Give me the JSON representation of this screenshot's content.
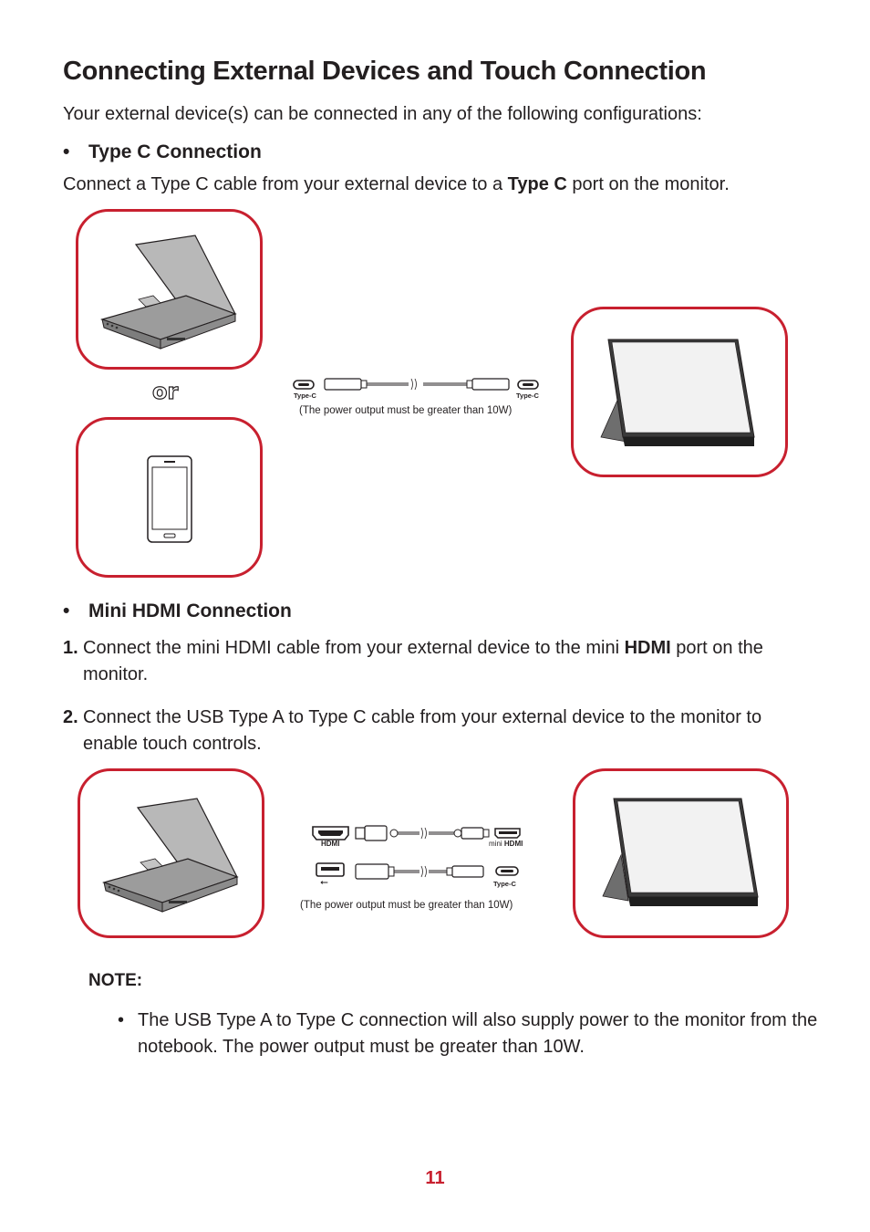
{
  "title": "Connecting External Devices and Touch Connection",
  "intro": "Your external device(s) can be connected in any of the following configurations:",
  "section1": {
    "bullet": "•",
    "heading": "Type C Connection",
    "text_before": "Connect a Type C cable from your external device to a ",
    "text_bold": "Type C",
    "text_after": " port on the monitor.",
    "or_label": "or",
    "port_left": "Type-C",
    "port_right": "Type-C",
    "caption": "(The power output must be greater than 10W)"
  },
  "section2": {
    "bullet": "•",
    "heading": "Mini HDMI Connection",
    "steps": [
      {
        "num": "1.",
        "text_before": "Connect the mini HDMI cable from your external device to the mini ",
        "text_bold": "HDMI",
        "text_after": " port on the monitor."
      },
      {
        "num": "2.",
        "text_before": "Connect the USB Type A to Type C cable from your external device to the monitor to enable touch controls.",
        "text_bold": "",
        "text_after": ""
      }
    ],
    "port_hdmi": "HDMI",
    "port_mini_prefix": "mini",
    "port_mini_hdmi": "HDMI",
    "port_typec": "Type-C",
    "usb_symbol": "⭠",
    "caption": "(The power output must be greater than 10W)"
  },
  "note": {
    "heading": "NOTE:",
    "bullet": "•",
    "text": "The USB Type A to Type C connection will also supply power to the monitor from the notebook. The power output must be greater than 10W."
  },
  "page_number": "11",
  "colors": {
    "accent": "#c8202f",
    "text": "#231f20"
  }
}
